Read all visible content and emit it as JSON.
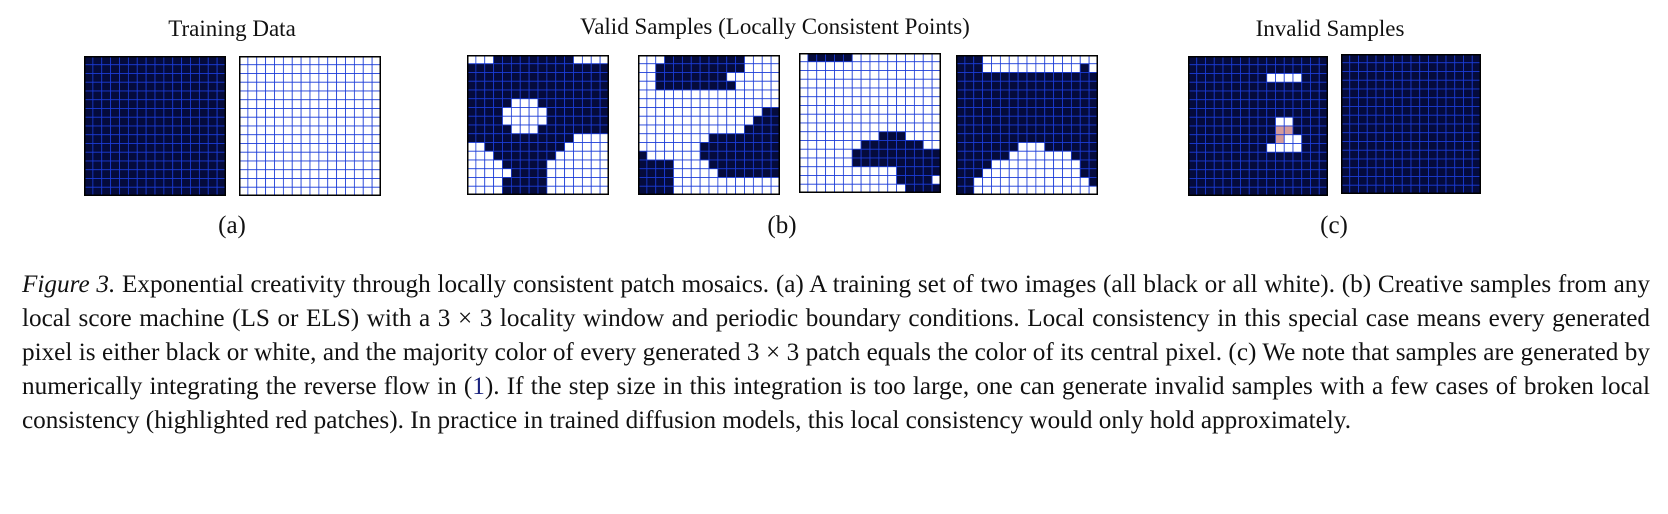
{
  "figure": {
    "groups": [
      {
        "id": "a",
        "title": "Training Data",
        "sublabel": "(a)"
      },
      {
        "id": "b",
        "title": "Valid Samples (Locally Consistent Points)",
        "sublabel": "(b)"
      },
      {
        "id": "c",
        "title": "Invalid Samples",
        "sublabel": "(c)"
      }
    ],
    "colors": {
      "black": "#050b3c",
      "white": "#ffffff",
      "grid": "#1b3cd8",
      "border": "#000000",
      "highlight_light": "#d49a9a",
      "highlight_dark": "#6e1818"
    },
    "grid_cells": 16,
    "panels": [
      {
        "group": "a",
        "name": "training-black",
        "rows": [
          "0000000000000000",
          "0000000000000000",
          "0000000000000000",
          "0000000000000000",
          "0000000000000000",
          "0000000000000000",
          "0000000000000000",
          "0000000000000000",
          "0000000000000000",
          "0000000000000000",
          "0000000000000000",
          "0000000000000000",
          "0000000000000000",
          "0000000000000000",
          "0000000000000000",
          "0000000000000000"
        ]
      },
      {
        "group": "a",
        "name": "training-white",
        "rows": [
          "1111111111111111",
          "1111111111111111",
          "1111111111111111",
          "1111111111111111",
          "1111111111111111",
          "1111111111111111",
          "1111111111111111",
          "1111111111111111",
          "1111111111111111",
          "1111111111111111",
          "1111111111111111",
          "1111111111111111",
          "1111111111111111",
          "1111111111111111",
          "1111111111111111",
          "1111111111111111"
        ]
      },
      {
        "group": "b",
        "name": "valid-1",
        "rows": [
          "1110000000001111",
          "0000000000000000",
          "0000000000000000",
          "0000000000000000",
          "0000000000000000",
          "0000011100000000",
          "0000111110000000",
          "0000111110000000",
          "0000011100000000",
          "0000000000001111",
          "1100000000011111",
          "1110000000111111",
          "1111000001111111",
          "1111100001111111",
          "1111000001111111",
          "1111000001111111"
        ]
      },
      {
        "group": "b",
        "name": "valid-2",
        "rows": [
          "1110000000001111",
          "1100000000001111",
          "1100000000111111",
          "1100000000011111",
          "1111111111111111",
          "1111111111111111",
          "1111111111111100",
          "1111111111111000",
          "1111111111110000",
          "1111111100000000",
          "1111111000000000",
          "0111111000000000",
          "0000111100000000",
          "0000111110000000",
          "0000111111111111",
          "0000111111111111"
        ]
      },
      {
        "group": "b",
        "name": "valid-3",
        "rows": [
          "1000001111111111",
          "1111111111111111",
          "1111111111111111",
          "1111111111111111",
          "1111111111111111",
          "1111111111111111",
          "1111111111111111",
          "1111111111111111",
          "1111111111111111",
          "1111111110001111",
          "1111111000000011",
          "1111110000000000",
          "1111110000000000",
          "1111111111100000",
          "1111111111100001",
          "1111111111110000"
        ]
      },
      {
        "group": "b",
        "name": "valid-4",
        "rows": [
          "0001111111111111",
          "0001111111111101",
          "0000000000000000",
          "0000000000000000",
          "0000000000000000",
          "0000000000000000",
          "0000000000000000",
          "0000000000000000",
          "0000000000000000",
          "0000000000000000",
          "0000000111000000",
          "0000001111111000",
          "0000111111111100",
          "0001111111111100",
          "0011111111111110",
          "0011111111111111"
        ]
      },
      {
        "group": "c",
        "name": "invalid-1",
        "rows": [
          "0000000000000000",
          "0000000000000000",
          "0000000001111000",
          "0000000000000000",
          "0000000000000000",
          "0000000000000000",
          "0000000000000000",
          "0000000000110000",
          "0000000000110000",
          "0000000000111000",
          "0000000001111000",
          "0000000000000000",
          "0000000000000000",
          "0000000000000000",
          "0000000000000000",
          "0000000000000000"
        ],
        "highlights": [
          {
            "row": 8,
            "col": 10
          },
          {
            "row": 9,
            "col": 10
          },
          {
            "row": 8,
            "col": 11
          }
        ]
      },
      {
        "group": "c",
        "name": "invalid-2",
        "rows": [
          "0000000000000000",
          "0000000000000000",
          "0000000000000000",
          "0000000000000000",
          "0000000000000000",
          "0000000000000000",
          "0000000000000000",
          "0000000000000000",
          "0000000000000000",
          "0000000000000000",
          "0000000000000000",
          "0000000000000000",
          "0000000000000000",
          "0000000000000000",
          "0000000000000000",
          "0000000000000000"
        ],
        "highlights": []
      }
    ]
  },
  "caption": {
    "label": "Figure 3.",
    "text_1": " Exponential creativity through locally consistent patch mosaics. (a) A training set of two images (all black or all white). (b) Creative samples from any local score machine (LS or ELS) with a 3 × 3 locality window and periodic boundary conditions. Local consistency in this special case means every generated pixel is either black or white, and the majority color of every generated 3 × 3 patch equals the color of its central pixel. (c) We note that samples are generated by numerically integrating the reverse flow in (",
    "eq_ref": "1",
    "text_2": "). If the step size in this integration is too large, one can generate invalid samples with a few cases of broken local consistency (highlighted red patches). In practice in trained diffusion models, this local consistency would only hold approximately."
  }
}
